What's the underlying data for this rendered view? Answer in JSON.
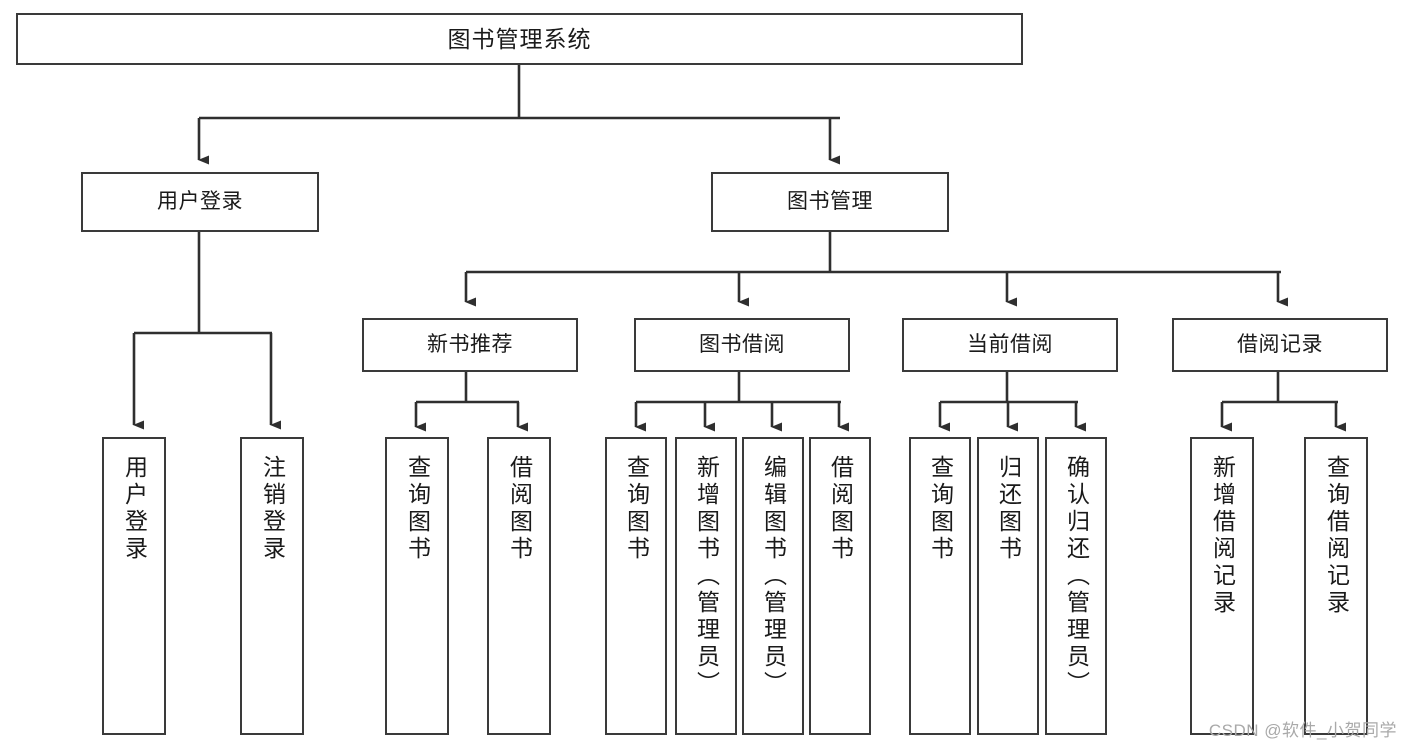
{
  "diagram": {
    "type": "tree-hierarchy-flowchart",
    "title": "图书管理系统",
    "watermark": "CSDN @软件_小贺同学",
    "colors": {
      "box_border": "#3a3a3a",
      "box_fill": "#ffffff",
      "connector": "#2f2f2f",
      "text": "#1a1a1a",
      "watermark": "#a9a9a9",
      "background": "#ffffff"
    },
    "nodes": {
      "root": {
        "label": "图书管理系统",
        "level": 1,
        "orientation": "horizontal"
      },
      "user_login": {
        "label": "用户登录",
        "level": 2,
        "orientation": "horizontal"
      },
      "book_manage": {
        "label": "图书管理",
        "level": 2,
        "orientation": "horizontal"
      },
      "new_book_rec": {
        "label": "新书推荐",
        "level": 3,
        "orientation": "horizontal"
      },
      "book_borrow": {
        "label": "图书借阅",
        "level": 3,
        "orientation": "horizontal"
      },
      "current_borrow": {
        "label": "当前借阅",
        "level": 3,
        "orientation": "horizontal"
      },
      "borrow_record": {
        "label": "借阅记录",
        "level": 3,
        "orientation": "horizontal"
      },
      "leaf_1": {
        "label": "用户登录",
        "level": 4,
        "orientation": "vertical"
      },
      "leaf_2": {
        "label": "注销登录",
        "level": 4,
        "orientation": "vertical"
      },
      "leaf_3": {
        "label": "查询图书",
        "level": 4,
        "orientation": "vertical"
      },
      "leaf_4": {
        "label": "借阅图书",
        "level": 4,
        "orientation": "vertical"
      },
      "leaf_5": {
        "label": "查询图书",
        "level": 4,
        "orientation": "vertical"
      },
      "leaf_6": {
        "label": "新增图书（管理员）",
        "level": 4,
        "orientation": "vertical"
      },
      "leaf_7": {
        "label": "编辑图书（管理员）",
        "level": 4,
        "orientation": "vertical"
      },
      "leaf_8": {
        "label": "借阅图书",
        "level": 4,
        "orientation": "vertical"
      },
      "leaf_9": {
        "label": "查询图书",
        "level": 4,
        "orientation": "vertical"
      },
      "leaf_10": {
        "label": "归还图书",
        "level": 4,
        "orientation": "vertical"
      },
      "leaf_11": {
        "label": "确认归还（管理员）",
        "level": 4,
        "orientation": "vertical"
      },
      "leaf_12": {
        "label": "新增借阅记录",
        "level": 4,
        "orientation": "vertical"
      },
      "leaf_13": {
        "label": "查询借阅记录",
        "level": 4,
        "orientation": "vertical"
      }
    },
    "edges": [
      {
        "from": "root",
        "to": "user_login"
      },
      {
        "from": "root",
        "to": "book_manage"
      },
      {
        "from": "user_login",
        "to": "leaf_1"
      },
      {
        "from": "user_login",
        "to": "leaf_2"
      },
      {
        "from": "book_manage",
        "to": "new_book_rec"
      },
      {
        "from": "book_manage",
        "to": "book_borrow"
      },
      {
        "from": "book_manage",
        "to": "current_borrow"
      },
      {
        "from": "book_manage",
        "to": "borrow_record"
      },
      {
        "from": "new_book_rec",
        "to": "leaf_3"
      },
      {
        "from": "new_book_rec",
        "to": "leaf_4"
      },
      {
        "from": "book_borrow",
        "to": "leaf_5"
      },
      {
        "from": "book_borrow",
        "to": "leaf_6"
      },
      {
        "from": "book_borrow",
        "to": "leaf_7"
      },
      {
        "from": "book_borrow",
        "to": "leaf_8"
      },
      {
        "from": "current_borrow",
        "to": "leaf_9"
      },
      {
        "from": "current_borrow",
        "to": "leaf_10"
      },
      {
        "from": "current_borrow",
        "to": "leaf_11"
      },
      {
        "from": "borrow_record",
        "to": "leaf_12"
      },
      {
        "from": "borrow_record",
        "to": "leaf_13"
      }
    ]
  }
}
